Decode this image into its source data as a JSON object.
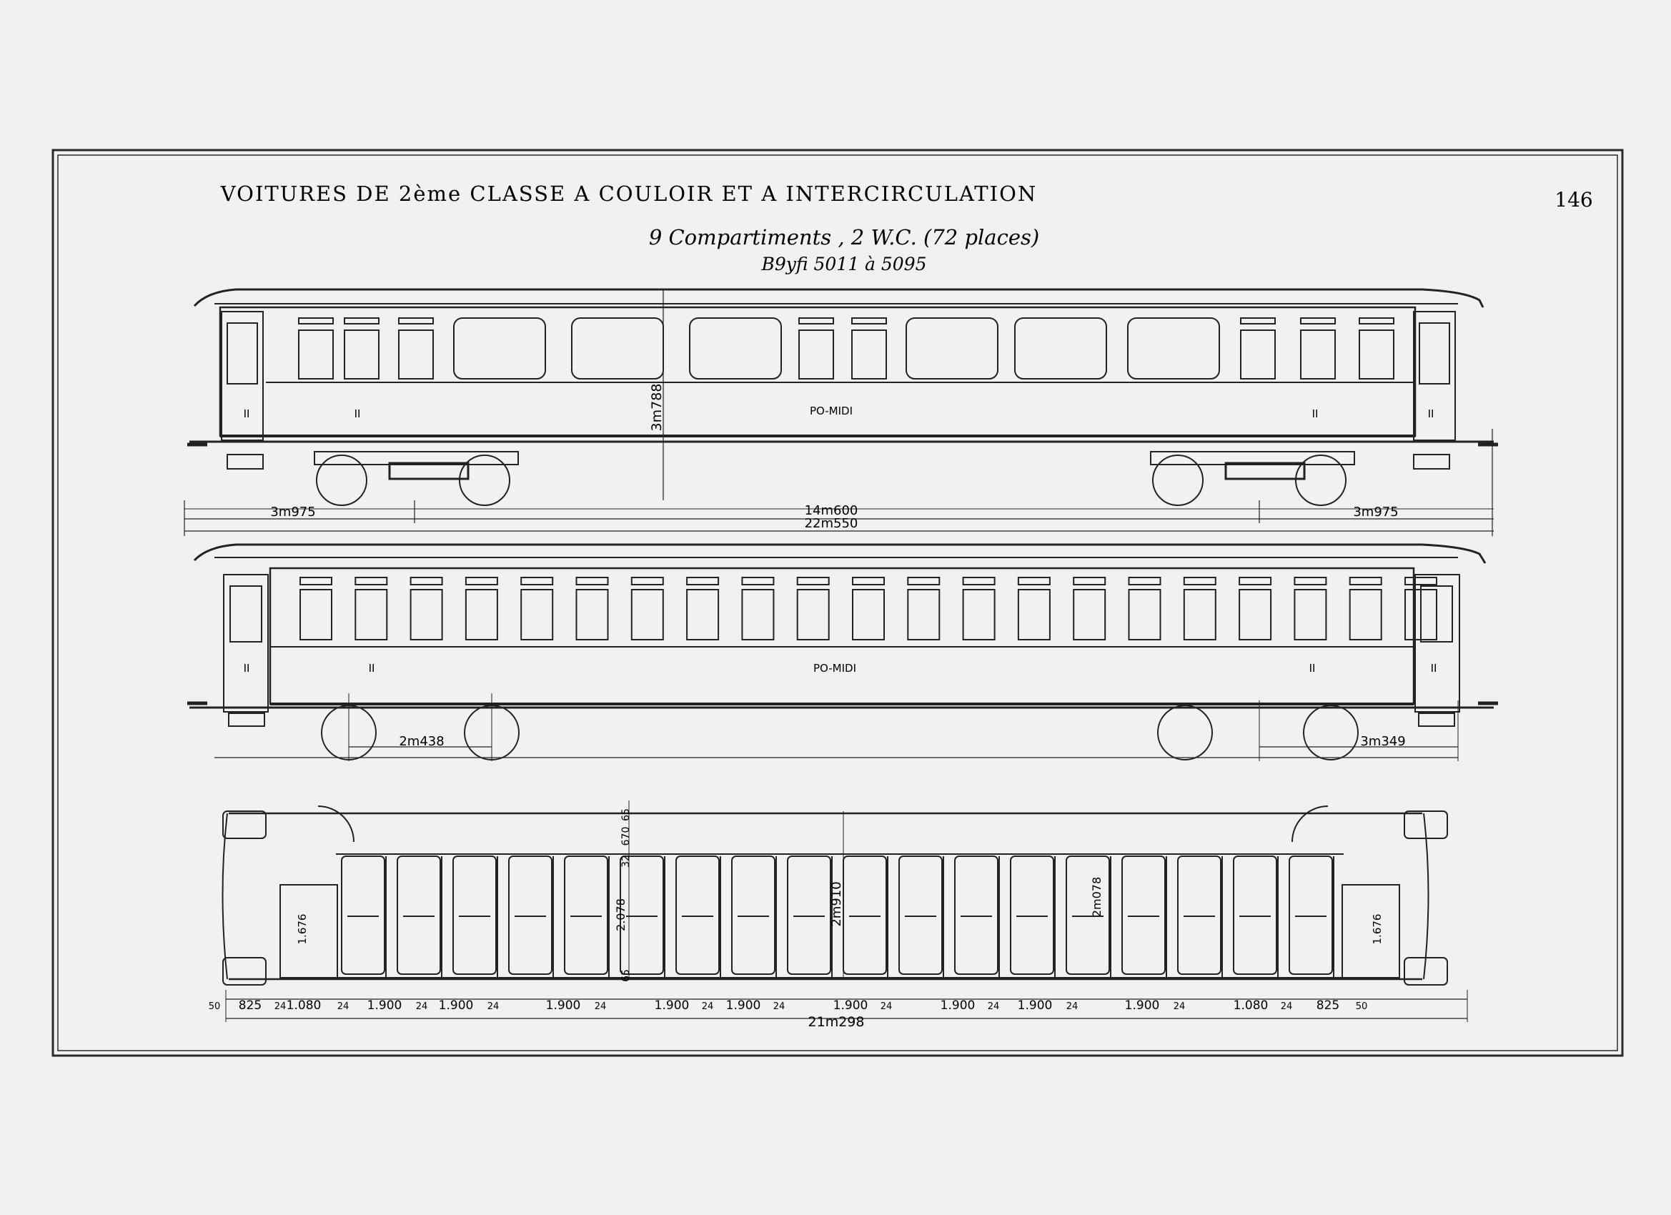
{
  "header": {
    "title": "VOITURES DE 2ème CLASSE A COULOIR ET A INTERCIRCULATION",
    "page_number": "146",
    "subtitle": "9 Compartiments , 2 W.C. (72 places)",
    "series": "B9yfi 5011 à 5095"
  },
  "side_view_1": {
    "company": "PO-MIDI",
    "class_marks": [
      "II",
      "II",
      "II",
      "II"
    ],
    "height": "3m788",
    "overhang_left": "3m975",
    "bogie_centers": "14m600",
    "overall_length": "22m550",
    "overhang_right": "3m975"
  },
  "side_view_2": {
    "company": "PO-MIDI",
    "class_marks": [
      "II",
      "II",
      "II",
      "II"
    ],
    "wheelbase_left": "2m438",
    "wheelbase_right": "3m349"
  },
  "plan_view": {
    "vertical_dims": [
      "65",
      "670",
      "32",
      "2.078",
      "65"
    ],
    "width_total": "2m910",
    "compartment_width": "2m078",
    "wc_width_left": "1.676",
    "wc_width_right": "1.676",
    "bottom_dims": [
      "50",
      "825",
      "24",
      "1.080",
      "24",
      "1.900",
      "24",
      "1.900",
      "24",
      "1.900",
      "24",
      "1.900",
      "24",
      "1.900",
      "24",
      "1.900",
      "24",
      "1.900",
      "24",
      "1.900",
      "24",
      "1.900",
      "24",
      "1.080",
      "24",
      "825",
      "50"
    ],
    "overall_length": "21m298"
  }
}
